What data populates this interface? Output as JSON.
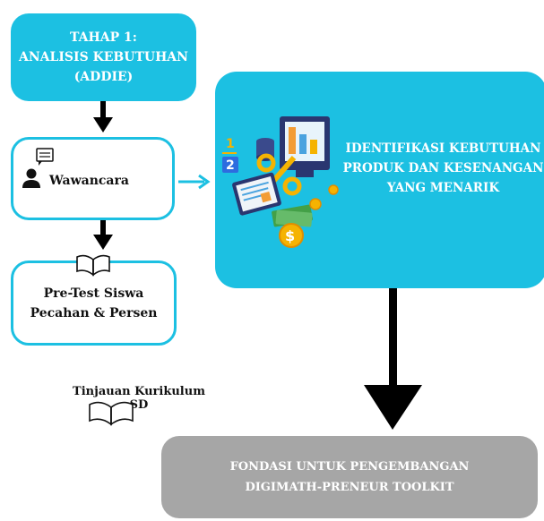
{
  "tahap": {
    "line1": "TAHAP 1:",
    "line2": "ANALISIS KEBUTUHAN",
    "line3": "(ADDIE)"
  },
  "wawancara": {
    "label": "Wawancara",
    "icon": "user-chat-icon"
  },
  "pretest": {
    "line1": "Pre-Test Siswa",
    "line2": "Pecahan & Persen",
    "icon": "open-book-icon"
  },
  "kurikulum": {
    "label": "Tinjauan Kurikulum SD",
    "icon": "open-book-icon"
  },
  "identifikasi": {
    "line1": "IDENTIFIKASI KEBUTUHAN",
    "line2": "PRODUK DAN KESENANGAN",
    "line3": "YANG MENARIK",
    "illustration": "math-finance-illustration",
    "fraction_num": "1",
    "fraction_den": "2",
    "percent": "%",
    "dollar": "$"
  },
  "fondasi": {
    "line1": "FONDASI UNTUK PENGEMBANGAN",
    "line2": "DIGIMATH-PRENEUR TOOLKIT"
  },
  "colors": {
    "cyan": "#1cc0e2",
    "gray": "#a6a6a6",
    "arrow": "#000000"
  }
}
